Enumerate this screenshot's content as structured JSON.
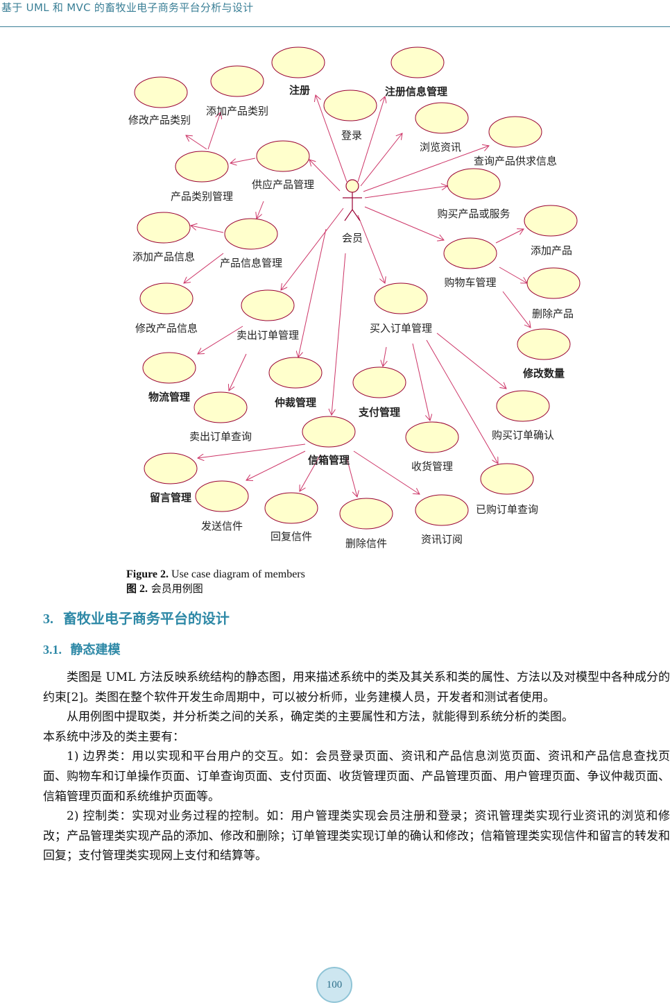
{
  "header": {
    "running_title": "基于 UML 和 MVC 的畜牧业电子商务平台分析与设计"
  },
  "diagram": {
    "actor": "会员",
    "use_cases": [
      "修改产品类别",
      "添加产品类别",
      "注册",
      "注册信息管理",
      "登录",
      "浏览资讯",
      "查询产品供求信息",
      "供应产品管理",
      "产品类别管理",
      "购买产品或服务",
      "添加产品信息",
      "产品信息管理",
      "添加产品",
      "购物车管理",
      "删除产品",
      "修改产品信息",
      "卖出订单管理",
      "买入订单管理",
      "修改数量",
      "物流管理",
      "仲裁管理",
      "支付管理",
      "卖出订单查询",
      "购买订单确认",
      "信箱管理",
      "收货管理",
      "留言管理",
      "发送信件",
      "已购订单查询",
      "回复信件",
      "删除信件",
      "资讯订阅"
    ],
    "colors": {
      "ellipse_fill": "#ffffcc",
      "ellipse_stroke": "#990033",
      "line": "#cc3366"
    }
  },
  "caption": {
    "en_label": "Figure 2.",
    "en_text": " Use case diagram of members",
    "cn_label": "图",
    "cn_num": " 2.",
    "cn_text": "  会员用例图"
  },
  "section": {
    "num": "3.",
    "title": "畜牧业电子商务平台的设计"
  },
  "subsection": {
    "num": "3.1.",
    "title": "静态建模"
  },
  "paragraphs": [
    "类图是 UML 方法反映系统结构的静态图，用来描述系统中的类及其关系和类的属性、方法以及对模型中各种成分的约束[2]。类图在整个软件开发生命周期中，可以被分析师，业务建模人员，开发者和测试者使用。",
    "从用例图中提取类，并分析类之间的关系，确定类的主要属性和方法，就能得到系统分析的类图。",
    "1) 边界类：用以实现和平台用户的交互。如：会员登录页面、资讯和产品信息浏览页面、资讯和产品信息查找页面、购物车和订单操作页面、订单查询页面、支付页面、收货管理页面、产品管理页面、用户管理页面、争议仲裁页面、信箱管理页面和系统维护页面等。",
    "2) 控制类：实现对业务过程的控制。如：用户管理类实现会员注册和登录；资讯管理类实现行业资讯的浏览和修改；产品管理类实现产品的添加、修改和删除；订单管理类实现订单的确认和修改；信箱管理类实现信件和留言的转发和回复；支付管理类实现网上支付和结算等。"
  ],
  "para2_cont": "本系统中涉及的类主要有：",
  "page_number": "100"
}
